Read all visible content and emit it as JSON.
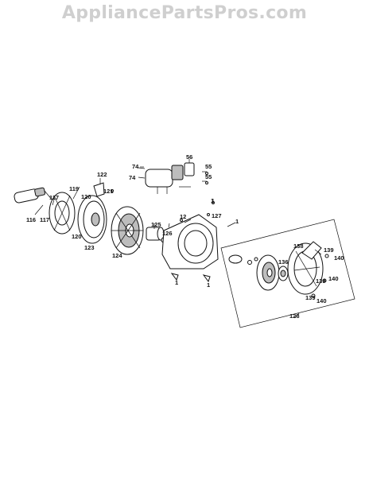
{
  "watermark": "AppliancePartsPros.com",
  "callouts": {
    "c56": "56",
    "c74a": "74",
    "c74b": "74",
    "c55a": "55",
    "c55b": "55",
    "c122": "122",
    "c119": "119",
    "c121": "121",
    "c117a": "117",
    "c120": "120",
    "c116": "116",
    "c117b": "117",
    "c120b": "120",
    "c123": "123",
    "c1a": "1",
    "c12": "12",
    "c127": "127",
    "c1b": "1",
    "c125": "125",
    "c126": "126",
    "c124": "124",
    "c1c": "1",
    "c1d": "1",
    "c138": "138",
    "c139a": "139",
    "c140a": "140",
    "c136": "136",
    "c139b": "139",
    "c140b": "140",
    "c139c": "139",
    "c140c": "140",
    "c128": "128"
  }
}
